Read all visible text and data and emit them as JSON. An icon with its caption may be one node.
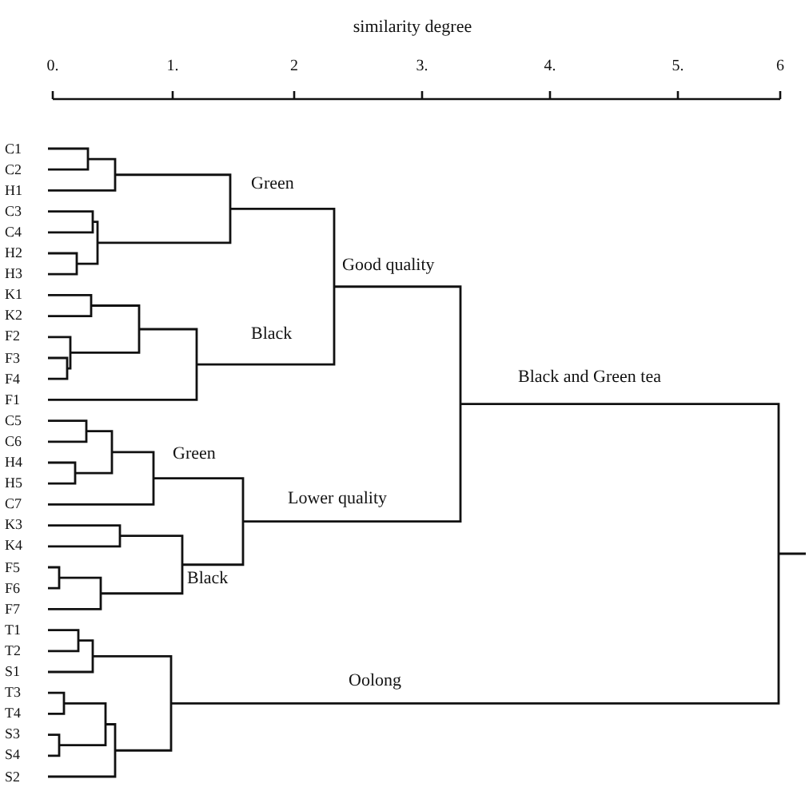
{
  "diagram": {
    "labels": [
      "similarity degree",
      "0.",
      "1.",
      "2",
      "3.",
      "4.",
      "5.",
      "6",
      "C1",
      "C2",
      "H1",
      "C3",
      "C4",
      "H2",
      "H3",
      "K1",
      "K2",
      "F2",
      "F3",
      "F4",
      "F1",
      "C5",
      "C6",
      "H4",
      "H5",
      "C7",
      "K3",
      "K4",
      "F5",
      "F6",
      "F7",
      "T1",
      "T2",
      "S1",
      "T3",
      "T4",
      "S3",
      "S4",
      "S2",
      "Green",
      "Black",
      "Good quality",
      "Green",
      "Lower quality",
      "Black",
      "Black and Green tea",
      "Oolong"
    ]
  }
}
